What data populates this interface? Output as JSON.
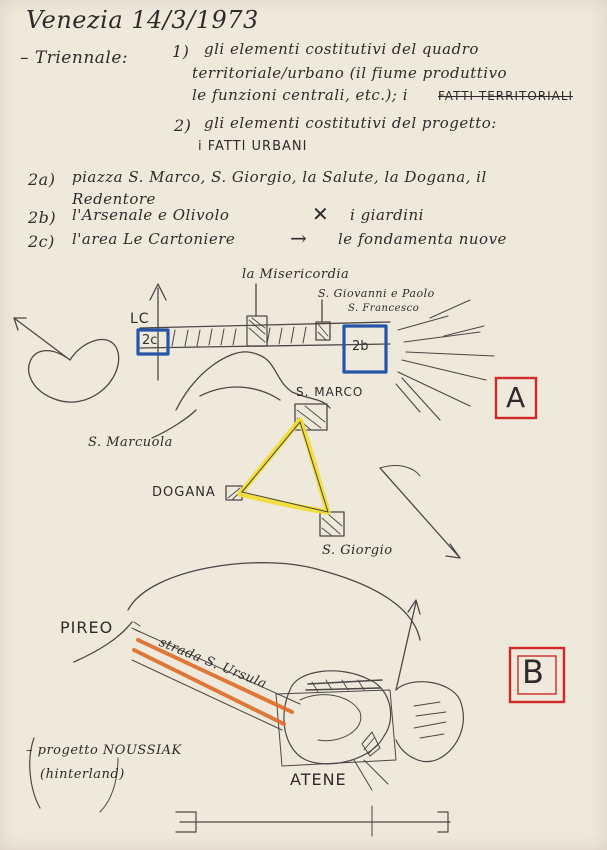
{
  "header": {
    "date": "Venezia 14/3/1973",
    "label_triennale": "– Triennale:"
  },
  "points": [
    {
      "num": "1)",
      "line1": "gli elementi costitutivi del quadro",
      "line2": "territoriale/urbano (il fiume produttivo",
      "line3": "le funzioni centrali, etc.); i",
      "struck": "FATTI TERRITORIALI"
    },
    {
      "num": "2)",
      "line1": "gli elementi costitutivi del progetto:",
      "line2": "i FATTI URBANI"
    }
  ],
  "list": [
    {
      "num": "2a)",
      "text": "piazza S. Marco, S. Giorgio, la Salute, la Dogana, il",
      "text2": "Redentore"
    },
    {
      "num": "2b)",
      "text": "l'Arsenale e Olivolo",
      "mark": "✕",
      "tail": "i giardini"
    },
    {
      "num": "2c)",
      "text": "l'area Le Cartoniere",
      "mark": "→",
      "tail": "le fondamenta nuove"
    }
  ],
  "sketch_a": {
    "label_top": "la Misericordia",
    "label_sgp": "S. Giovanni e Paolo",
    "label_sfr": "S. Francesco",
    "box_left": "2c",
    "box_right": "2b",
    "label_lc": "LC",
    "label_smarco": "S. MARCO",
    "label_smarcuola": "S. Marcuola",
    "label_dogana": "DOGANA",
    "label_sgiorgio": "S. Giorgio",
    "tag": "A"
  },
  "sketch_b": {
    "label_pireo": "PIREO",
    "label_strada": "strada S. Ursula",
    "label_atene": "ATENE",
    "label_note": "– progetto NOUSSIAK",
    "label_note2": "(hinterland)",
    "tag": "B"
  },
  "colors": {
    "ink": "#2e2b2a",
    "pencil": "#4a4745",
    "blue": "#2456a8",
    "yellow": "#f0dc34",
    "orange": "#e06a28",
    "red": "#d2282a",
    "paper": "#efe9dc"
  }
}
